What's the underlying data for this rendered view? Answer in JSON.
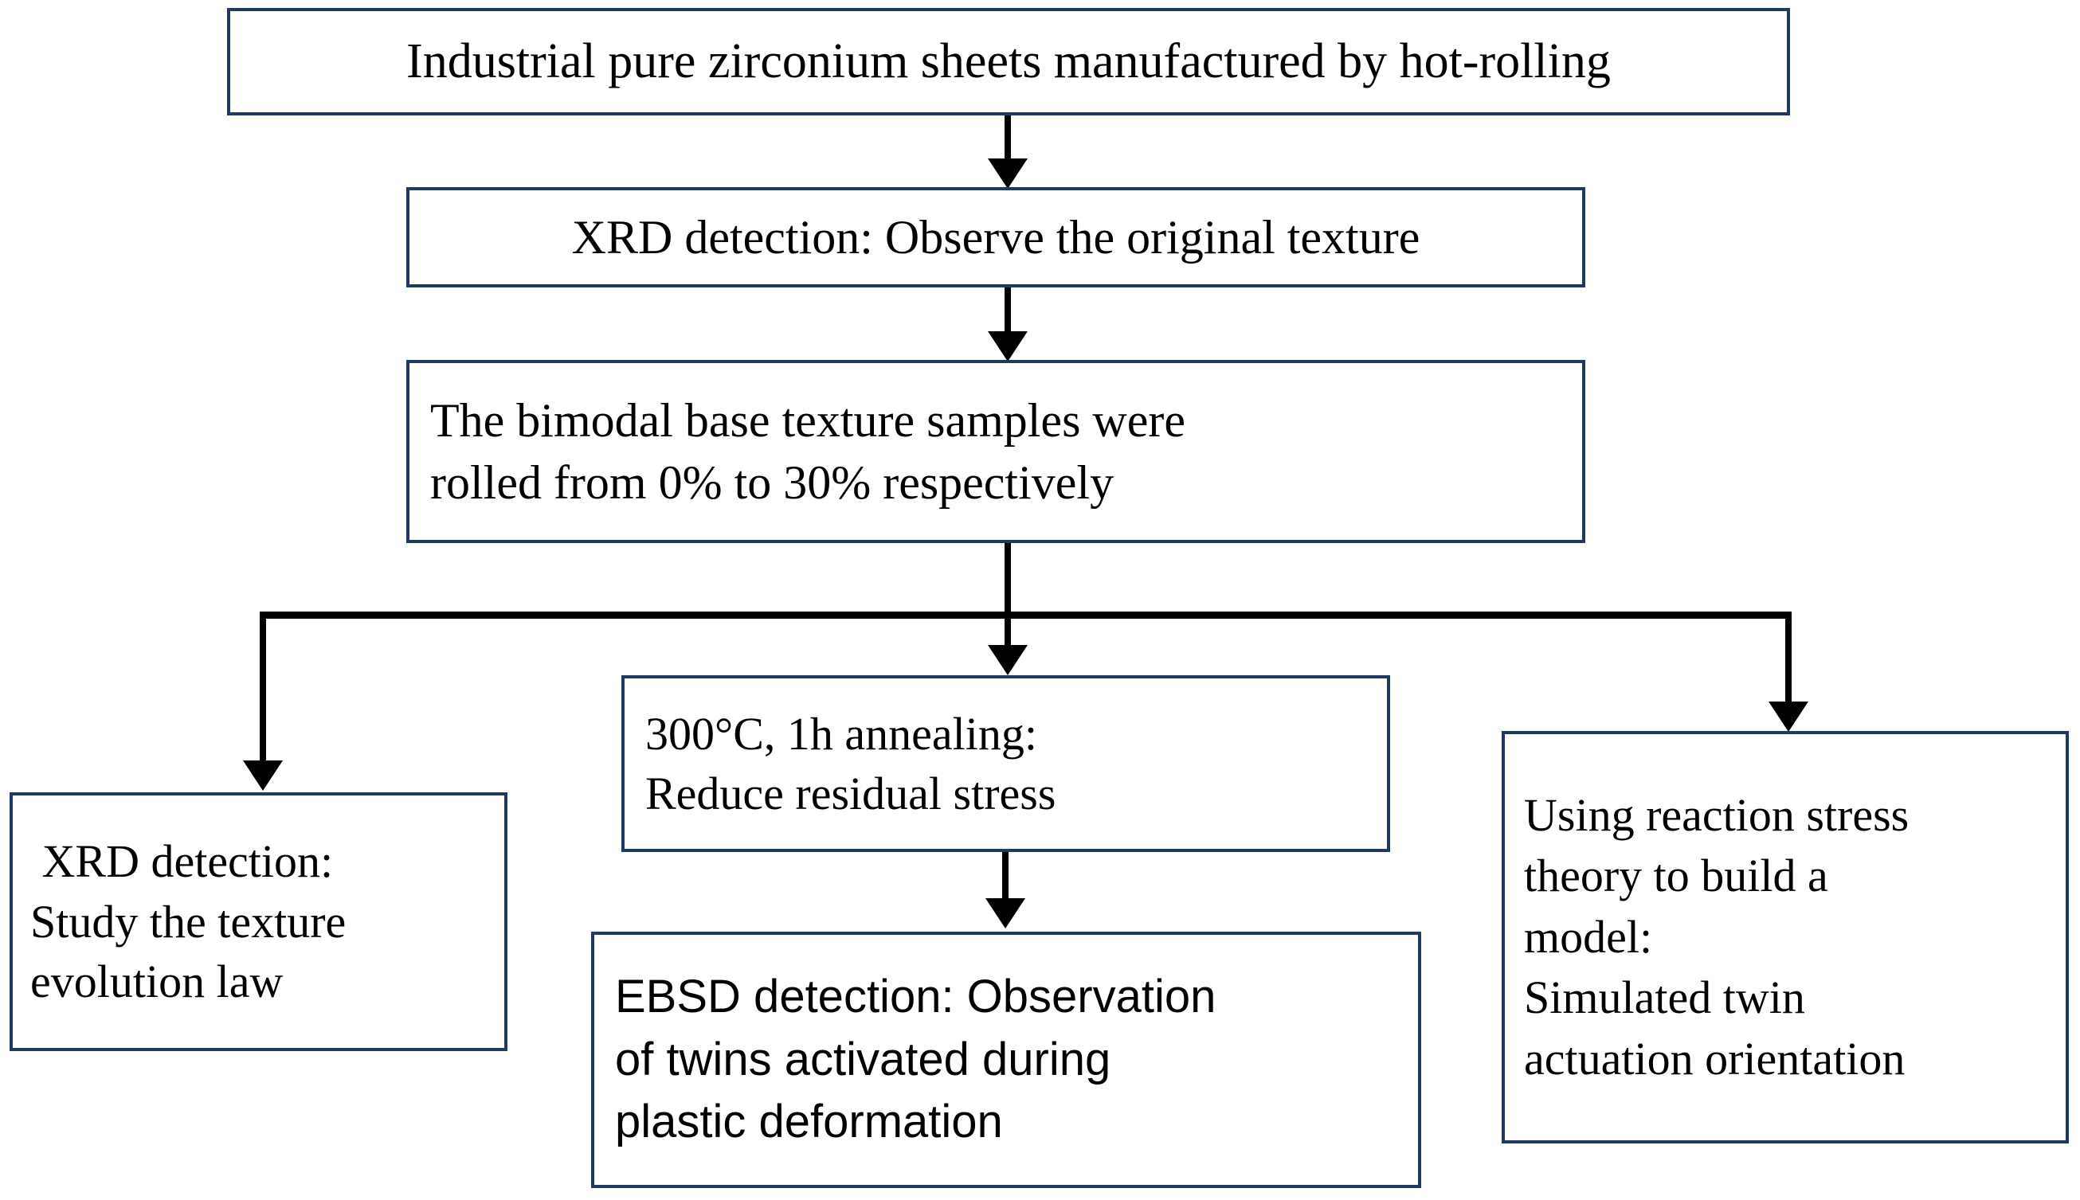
{
  "figure": {
    "type": "flowchart",
    "orientation": "top-down",
    "box_border_color": "#1F3864",
    "connector_color": "#000000",
    "background_color": "#FFFFFF"
  },
  "nodes": {
    "source": {
      "id": "source",
      "lines": [
        "Industrial pure zirconium sheets manufactured by hot-rolling"
      ]
    },
    "xrd_initial": {
      "id": "xrd_initial",
      "lines": [
        "XRD detection: Observe the original texture"
      ]
    },
    "rolling": {
      "id": "rolling",
      "lines": [
        "The bimodal base texture samples were",
        "rolled from 0% to 30% respectively"
      ]
    },
    "xrd_study": {
      "id": "xrd_study",
      "lines": [
        " XRD detection:",
        "Study the texture",
        "evolution law"
      ]
    },
    "anneal": {
      "id": "anneal",
      "lines": [
        "300°C, 1h annealing:",
        "Reduce residual stress"
      ]
    },
    "ebsd": {
      "id": "ebsd",
      "lines": [
        "EBSD detection: Observation",
        "of twins activated during",
        "plastic deformation"
      ]
    },
    "model": {
      "id": "model",
      "lines": [
        "Using reaction stress",
        "theory to build a",
        "model:",
        "Simulated twin",
        "actuation orientation"
      ]
    }
  },
  "edges": [
    {
      "from": "source",
      "to": "xrd_initial",
      "label": ""
    },
    {
      "from": "xrd_initial",
      "to": "rolling",
      "label": ""
    },
    {
      "from": "rolling",
      "to": "xrd_study",
      "label": ""
    },
    {
      "from": "rolling",
      "to": "anneal",
      "label": ""
    },
    {
      "from": "rolling",
      "to": "model",
      "label": ""
    },
    {
      "from": "anneal",
      "to": "ebsd",
      "label": ""
    }
  ]
}
